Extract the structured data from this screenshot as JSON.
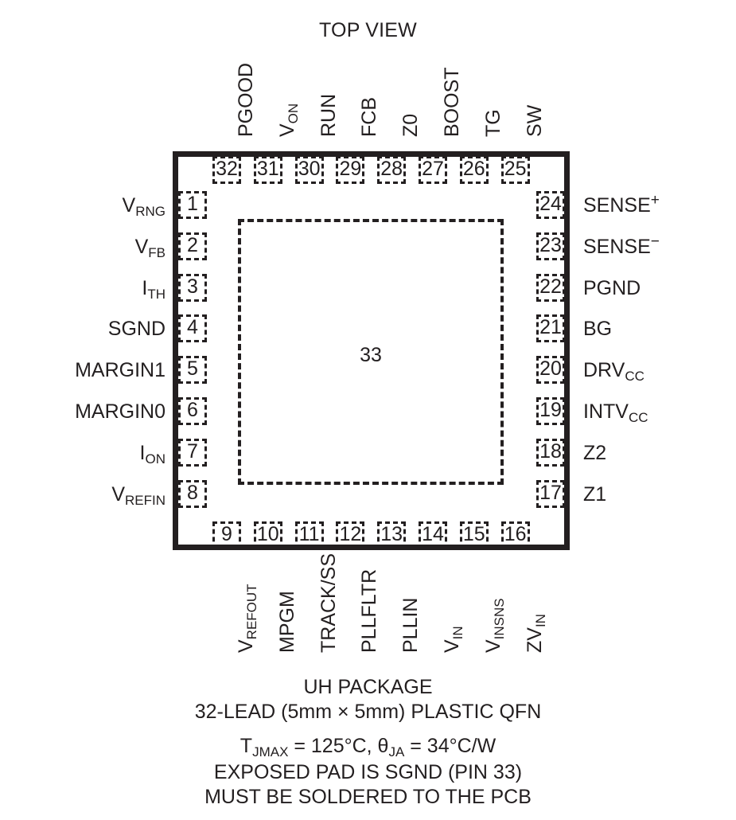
{
  "title": "TOP VIEW",
  "package": {
    "exposed_pad_pin": "33",
    "caption_line_1": "UH PACKAGE",
    "caption_line_2": "32-LEAD (5mm × 5mm) PLASTIC QFN",
    "caption_line_3_a": "T",
    "caption_line_3_b": "JMAX",
    "caption_line_3_c": " = 125°C, θ",
    "caption_line_3_d": "JA",
    "caption_line_3_e": " = 34°C/W",
    "caption_line_4": "EXPOSED PAD IS SGND (PIN 33)",
    "caption_line_5": "MUST BE SOLDERED TO THE PCB"
  },
  "pins": {
    "left": [
      {
        "num": "1",
        "base": "V",
        "sub": "RNG"
      },
      {
        "num": "2",
        "base": "V",
        "sub": "FB"
      },
      {
        "num": "3",
        "base": "I",
        "sub": "TH"
      },
      {
        "num": "4",
        "base": "SGND",
        "sub": ""
      },
      {
        "num": "5",
        "base": "MARGIN1",
        "sub": ""
      },
      {
        "num": "6",
        "base": "MARGIN0",
        "sub": ""
      },
      {
        "num": "7",
        "base": "I",
        "sub": "ON"
      },
      {
        "num": "8",
        "base": "V",
        "sub": "REFIN"
      }
    ],
    "bottom": [
      {
        "num": "9",
        "base": "V",
        "sub": "REFOUT"
      },
      {
        "num": "10",
        "base": "MPGM",
        "sub": ""
      },
      {
        "num": "11",
        "base": "TRACK/SS",
        "sub": ""
      },
      {
        "num": "12",
        "base": "PLLFLTR",
        "sub": ""
      },
      {
        "num": "13",
        "base": "PLLIN",
        "sub": ""
      },
      {
        "num": "14",
        "base": "V",
        "sub": "IN"
      },
      {
        "num": "15",
        "base": "V",
        "sub": "INSNS"
      },
      {
        "num": "16",
        "base": "ZV",
        "sub": "IN"
      }
    ],
    "right": [
      {
        "num": "24",
        "base": "SENSE",
        "sup": "+",
        "sub": ""
      },
      {
        "num": "23",
        "base": "SENSE",
        "sup": "−",
        "sub": ""
      },
      {
        "num": "22",
        "base": "PGND",
        "sup": "",
        "sub": ""
      },
      {
        "num": "21",
        "base": "BG",
        "sup": "",
        "sub": ""
      },
      {
        "num": "20",
        "base": "DRV",
        "sup": "",
        "sub": "CC"
      },
      {
        "num": "19",
        "base": "INTV",
        "sup": "",
        "sub": "CC"
      },
      {
        "num": "18",
        "base": "Z2",
        "sup": "",
        "sub": ""
      },
      {
        "num": "17",
        "base": "Z1",
        "sup": "",
        "sub": ""
      }
    ],
    "top": [
      {
        "num": "32",
        "base": "PGOOD",
        "sub": ""
      },
      {
        "num": "31",
        "base": "V",
        "sub": "ON"
      },
      {
        "num": "30",
        "base": "RUN",
        "sub": ""
      },
      {
        "num": "29",
        "base": "FCB",
        "sub": ""
      },
      {
        "num": "28",
        "base": "Z0",
        "sub": ""
      },
      {
        "num": "27",
        "base": "BOOST",
        "sub": ""
      },
      {
        "num": "26",
        "base": "TG",
        "sub": ""
      },
      {
        "num": "25",
        "base": "SW",
        "sub": ""
      }
    ]
  },
  "colors": {
    "ink": "#231f20",
    "background": "#ffffff"
  }
}
